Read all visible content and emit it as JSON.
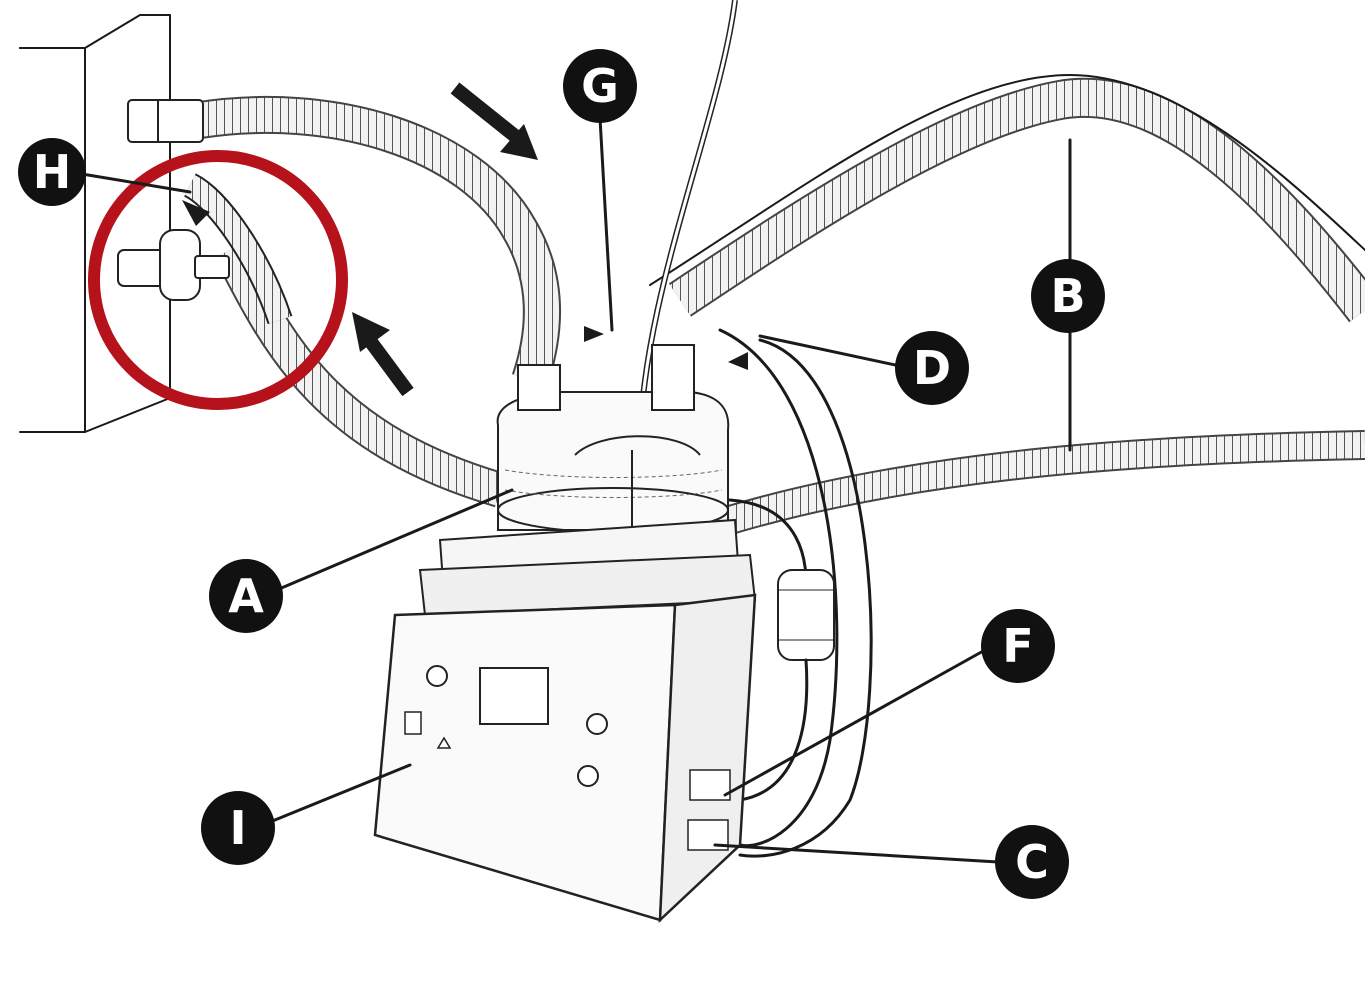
{
  "labels": {
    "A": "A",
    "B": "B",
    "C": "C",
    "D": "D",
    "F": "F",
    "G": "G",
    "H": "H",
    "I": "I"
  },
  "colors": {
    "highlight_circle": "#b5121b",
    "label_fill": "#111111",
    "line_ink": "#1a1a1a"
  },
  "icons": {
    "flow_arrows": "arrow-icon",
    "highlight": "circle-highlight"
  }
}
